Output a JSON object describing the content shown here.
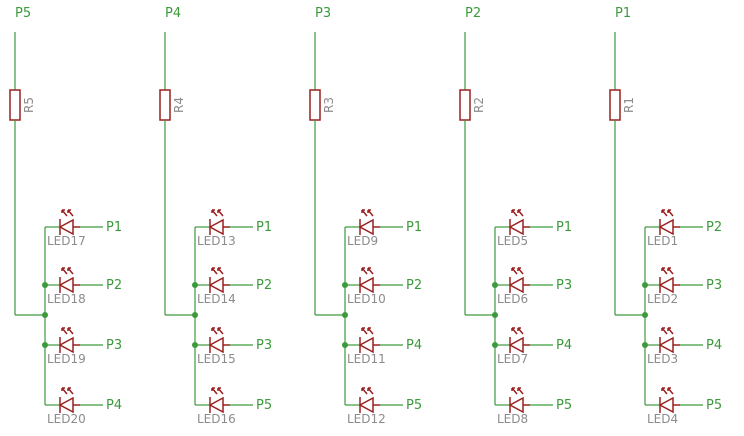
{
  "colors": {
    "wire": "#3c9a3c",
    "symbol": "#9a2020",
    "label": "#8c8c8c",
    "background": "#ffffff"
  },
  "columns": [
    {
      "net": "P5",
      "resistor": "R5",
      "leds": [
        {
          "name": "LED17",
          "net": "P1"
        },
        {
          "name": "LED18",
          "net": "P2"
        },
        {
          "name": "LED19",
          "net": "P3"
        },
        {
          "name": "LED20",
          "net": "P4"
        }
      ]
    },
    {
      "net": "P4",
      "resistor": "R4",
      "leds": [
        {
          "name": "LED13",
          "net": "P1"
        },
        {
          "name": "LED14",
          "net": "P2"
        },
        {
          "name": "LED15",
          "net": "P3"
        },
        {
          "name": "LED16",
          "net": "P5"
        }
      ]
    },
    {
      "net": "P3",
      "resistor": "R3",
      "leds": [
        {
          "name": "LED9",
          "net": "P1"
        },
        {
          "name": "LED10",
          "net": "P2"
        },
        {
          "name": "LED11",
          "net": "P4"
        },
        {
          "name": "LED12",
          "net": "P5"
        }
      ]
    },
    {
      "net": "P2",
      "resistor": "R2",
      "leds": [
        {
          "name": "LED5",
          "net": "P1"
        },
        {
          "name": "LED6",
          "net": "P3"
        },
        {
          "name": "LED7",
          "net": "P4"
        },
        {
          "name": "LED8",
          "net": "P5"
        }
      ]
    },
    {
      "net": "P1",
      "resistor": "R1",
      "leds": [
        {
          "name": "LED1",
          "net": "P2"
        },
        {
          "name": "LED2",
          "net": "P3"
        },
        {
          "name": "LED3",
          "net": "P4"
        },
        {
          "name": "LED4",
          "net": "P5"
        }
      ]
    }
  ]
}
